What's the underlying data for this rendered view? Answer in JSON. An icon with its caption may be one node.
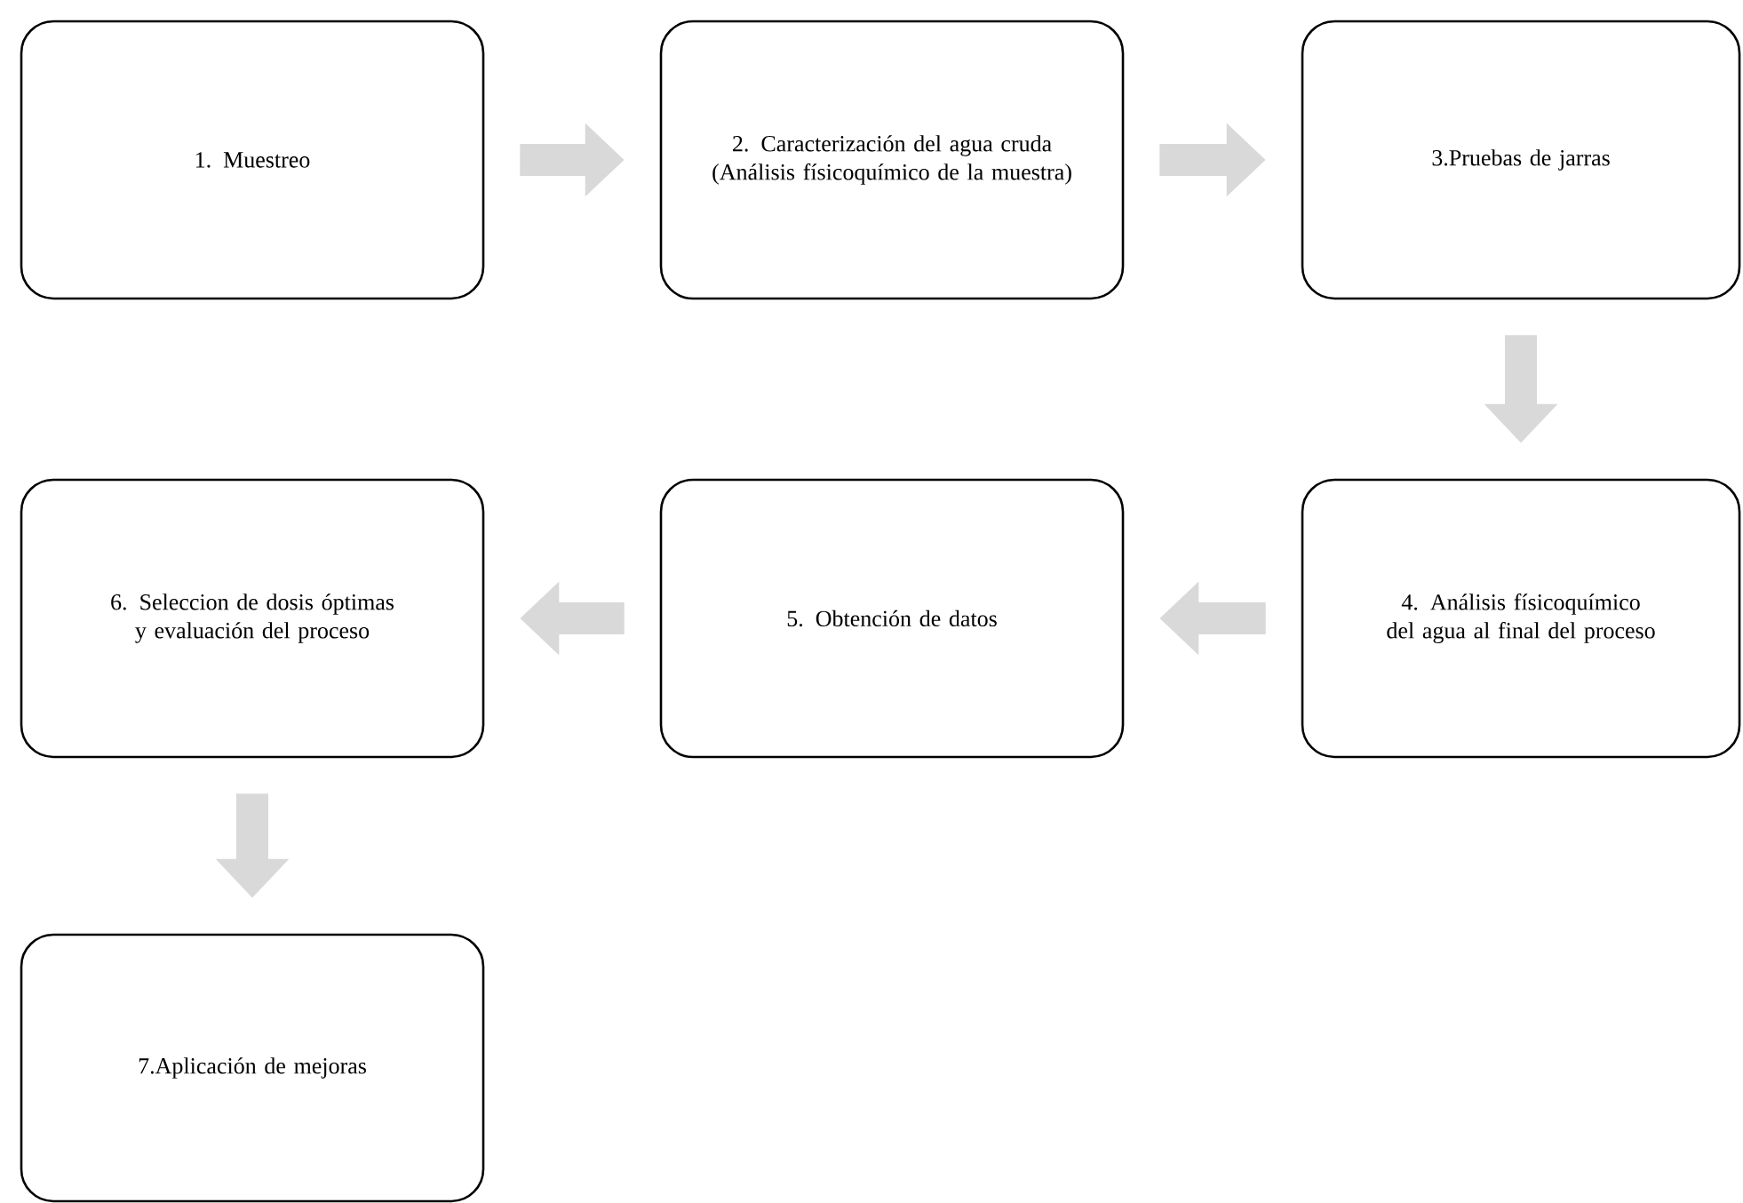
{
  "diagram": {
    "nodes": [
      {
        "text": [
          "1. Muestreo"
        ]
      },
      {
        "text": [
          "2. Caracterización del agua cruda (Análisis físicoquímico de la muestra)"
        ]
      },
      {
        "text": [
          "3.Pruebas de jarras"
        ]
      },
      {
        "text": [
          "4. Análisis físicoquímico del agua al final del proceso"
        ]
      },
      {
        "text": [
          "5. Obtención de datos"
        ]
      },
      {
        "text": [
          "6. Seleccion de dosis óptimas y evaluación del proceso"
        ]
      },
      {
        "text": [
          "7.Aplicación de mejoras"
        ]
      }
    ],
    "edges": [
      {
        "from": 0,
        "to": 1,
        "arrow": "to"
      },
      {
        "from": 1,
        "to": 2,
        "arrow": "to"
      },
      {
        "from": 2,
        "to": 3,
        "arrow": "to"
      },
      {
        "from": 3,
        "to": 4,
        "arrow": "to"
      },
      {
        "from": 4,
        "to": 5,
        "arrow": "to"
      },
      {
        "from": 5,
        "to": 6,
        "arrow": "to"
      }
    ]
  }
}
